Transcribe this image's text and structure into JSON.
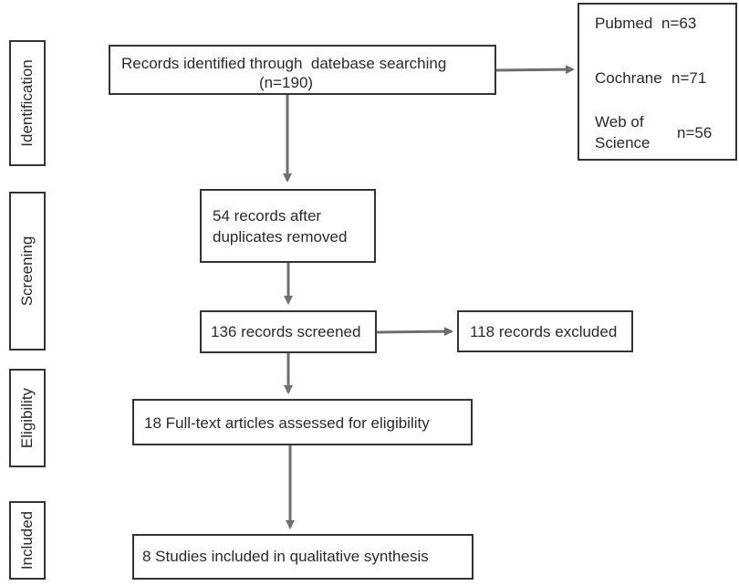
{
  "stages": {
    "identification": "Identification",
    "screening": "Screening",
    "eligibility": "Eligibility",
    "included": "Included"
  },
  "records_identified": {
    "line1": "Records identified through  datebase searching",
    "line2": "(n=190)"
  },
  "sources": {
    "pubmed_name": "Pubmed",
    "pubmed_n": "n=63",
    "cochrane_name": "Cochrane",
    "cochrane_n": "n=71",
    "wos_name_line1": "Web of",
    "wos_name_line2": "Science",
    "wos_n": "n=56"
  },
  "after_duplicates": {
    "line1": "54 records after",
    "line2": "duplicates removed"
  },
  "screened": "136 records screened",
  "excluded": "118 records excluded",
  "fulltext": "18 Full-text articles assessed for eligibility",
  "included_studies": "8 Studies included in qualitative synthesis",
  "colors": {
    "border": "#333333",
    "arrow": "#6f6f6f",
    "text": "#2a2a2a"
  }
}
